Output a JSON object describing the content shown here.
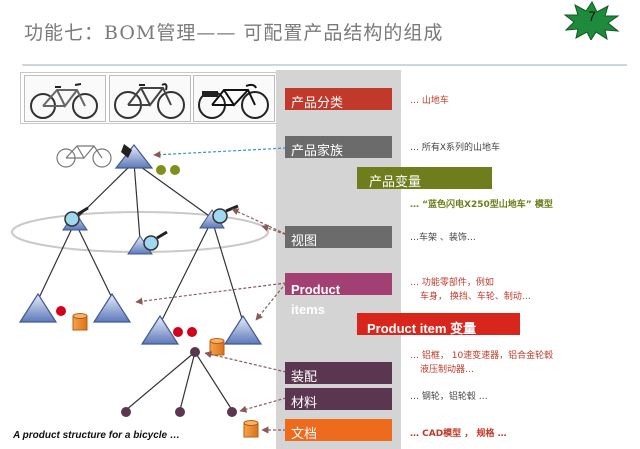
{
  "title": "功能七：BOM管理—— 可配置产品结构的组成",
  "page_number": "7",
  "caption": "A product structure for a bicycle …",
  "labels": {
    "category": "产品分类",
    "family": "产品家族",
    "variant": "产品变量",
    "view": "视图",
    "product_items": "Product items",
    "product_item_variant": "Product item 变量",
    "assembly": "装配",
    "material": "材料",
    "document": "文档"
  },
  "descriptions": {
    "category": "… 山地车",
    "family": "… 所有X系列的山地车",
    "variant": "… “蓝色闪电X250型山地车” 模型",
    "view": "…车架 、装饰…",
    "product_items_line1": "… 功能零部件，例如",
    "product_items_line2": "车身， 换挡、车轮、制动…",
    "assembly_line1": "… 铝框， 10速变速器，铝合金轮毂",
    "assembly_line2": "液压制动器…",
    "material": "… 钢轮，铝轮毂 …",
    "document": "… CAD模型 ， 规格 …"
  },
  "colors": {
    "category": "#c0392b",
    "family": "#6b6b6b",
    "variant": "#6f7d1c",
    "view": "#6b6b6b",
    "product_items": "#a23f73",
    "product_item_variant": "#d9261c",
    "assembly": "#5a3650",
    "material": "#5a3650",
    "document": "#ee6a1c",
    "red_text": "#c0392b",
    "olive_text": "#6f7d1c",
    "gray_text": "#444444"
  }
}
